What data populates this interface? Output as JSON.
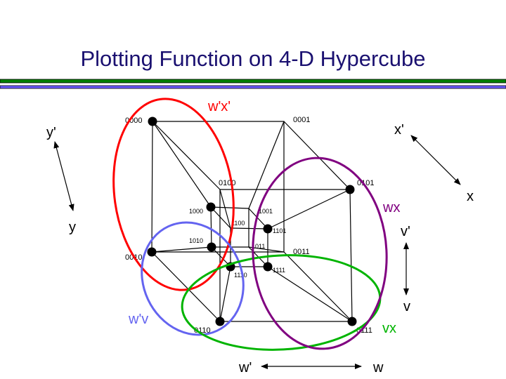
{
  "title": "Plotting Function on  4-D Hypercube",
  "colors": {
    "title": "#1a1070",
    "rule_top": "#008000",
    "rule_bottom": "#6a5aff",
    "red": "#ff0000",
    "blue": "#6464f0",
    "green": "#00b400",
    "purple": "#800080"
  },
  "nodes": {
    "n0000": "0000",
    "n0001": "0001",
    "n0010": "0010",
    "n0011": "0011",
    "n0100": "0100",
    "n0101": "0101",
    "n0110": "0110",
    "n0111": "0111",
    "n1000": "1000",
    "n1001": "1001",
    "n1010": "1010",
    "n1011": "1011",
    "n1100": "1100",
    "n1101": "1101",
    "n1110": "1110",
    "n1111": "1111"
  },
  "groups": {
    "red": "w'x'",
    "purple": "wx",
    "blue": "w'v",
    "green": "vx"
  },
  "axes": {
    "y_neg": "y'",
    "y_pos": "y",
    "x_neg": "x'",
    "x_pos": "x",
    "v_neg": "v'",
    "v_pos": "v",
    "w_neg": "w'",
    "w_pos": "w"
  }
}
